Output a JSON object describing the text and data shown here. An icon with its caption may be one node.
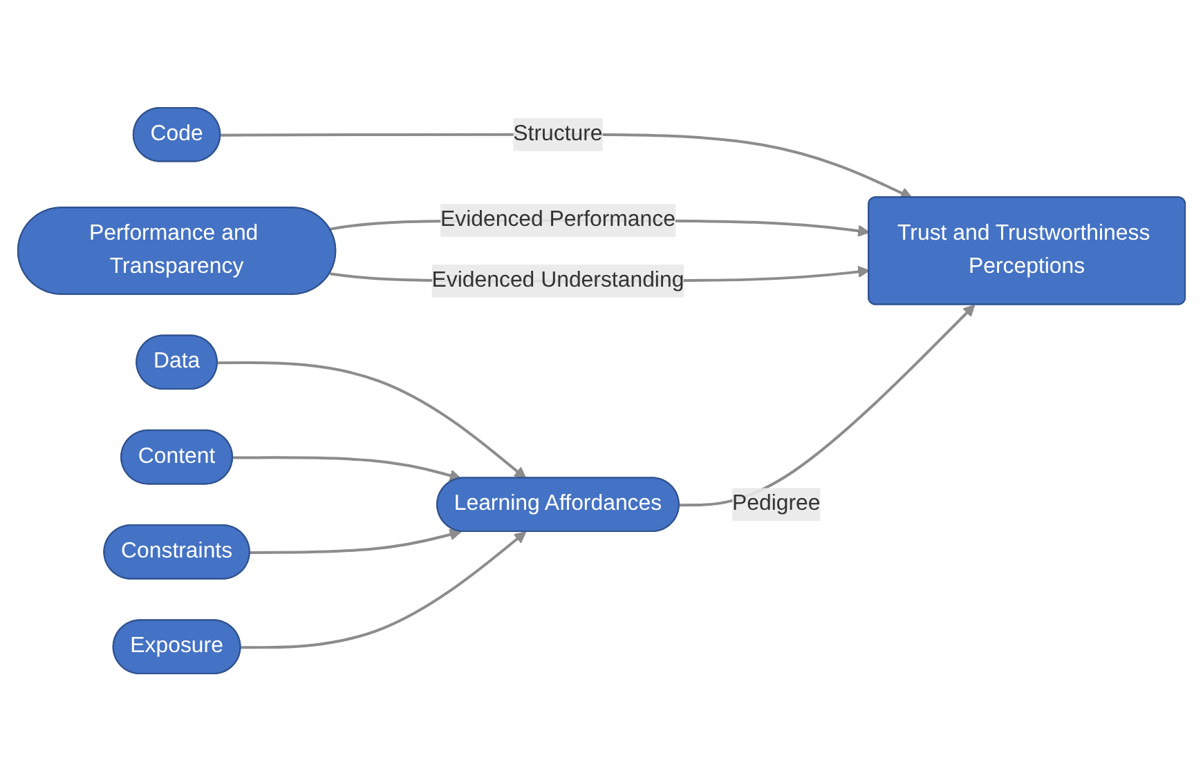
{
  "diagram": {
    "nodes": [
      {
        "text": [
          "Code"
        ]
      },
      {
        "text": [
          "Performance and Transparency"
        ]
      },
      {
        "text": [
          "Learning Affordances"
        ]
      },
      {
        "text": [
          "Trust and Trustworthiness Perceptions"
        ]
      },
      {
        "text": [
          "Data"
        ]
      },
      {
        "text": [
          "Content"
        ]
      },
      {
        "text": [
          "Constraints"
        ]
      },
      {
        "text": [
          "Exposure"
        ]
      }
    ],
    "edges": [
      {
        "from": 0,
        "to": 3,
        "arrow": "to",
        "label": "Structure"
      },
      {
        "from": 1,
        "to": 3,
        "arrow": "to",
        "label": "Evidenced Performance"
      },
      {
        "from": 1,
        "to": 3,
        "arrow": "to",
        "label": "Evidenced Understanding"
      },
      {
        "from": 2,
        "to": 3,
        "arrow": "to",
        "label": "Pedigree"
      },
      {
        "from": 4,
        "to": 2,
        "arrow": "to"
      },
      {
        "from": 5,
        "to": 2,
        "arrow": "to"
      },
      {
        "from": 6,
        "to": 2,
        "arrow": "to"
      },
      {
        "from": 7,
        "to": 2,
        "arrow": "to"
      }
    ]
  }
}
